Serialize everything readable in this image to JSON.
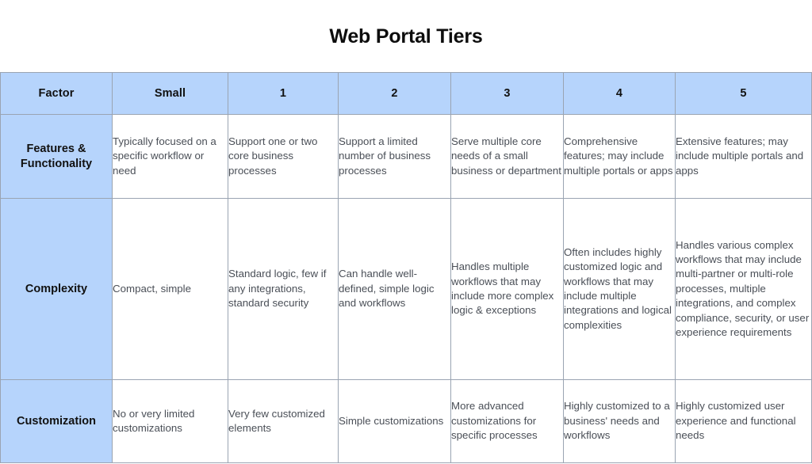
{
  "title": "Web Portal Tiers",
  "colors": {
    "header_fill": "#b6d4fc",
    "border": "#9aa4b2",
    "body_text": "#4a4f57",
    "heading_text": "#111111"
  },
  "table": {
    "columns": [
      "Factor",
      "Small",
      "1",
      "2",
      "3",
      "4",
      "5"
    ],
    "rows": [
      {
        "factor": "Features & Functionality",
        "cells": [
          "Typically focused on a specific workflow or need",
          "Support one or two core business processes",
          "Support a limited number of business processes",
          "Serve multiple core needs of a small business or department",
          "Comprehensive features; may include multiple portals or apps",
          "Extensive features; may include multiple portals and apps"
        ]
      },
      {
        "factor": "Complexity",
        "cells": [
          "Compact, simple",
          "Standard logic, few if any integrations, standard security",
          "Can handle well-defined, simple logic and workflows",
          "Handles multiple workflows that may include more complex logic & exceptions",
          "Often includes highly customized logic and workflows that may include multiple integrations and logical complexities",
          "Handles various complex workflows that may include multi-partner or multi-role processes, multiple integrations, and complex compliance, security, or user experience requirements"
        ]
      },
      {
        "factor": "Customization",
        "cells": [
          "No or very limited customizations",
          "Very few customized elements",
          "Simple customizations",
          "More advanced customizations for specific processes",
          "Highly customized to a business' needs and workflows",
          "Highly customized user experience and functional needs"
        ]
      }
    ]
  }
}
